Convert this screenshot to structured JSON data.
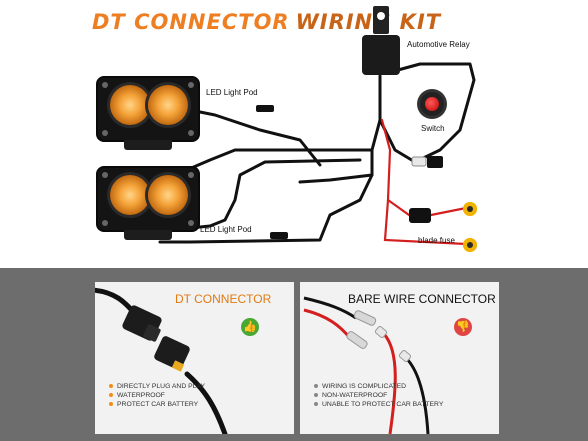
{
  "title": {
    "part1": "DT CONNECTOR",
    "part2": "WIRING KIT"
  },
  "components": {
    "relay_label": "Automotive Relay",
    "switch_label": "Switch",
    "pod_top_label": "LED Light Pod",
    "pod_bottom_label": "LED Light Pod",
    "fuse_label": "blade fuse"
  },
  "comparison": {
    "dt_connector": {
      "title": "DT CONNECTOR",
      "verdict_icon": "thumbs-up-icon",
      "verdict_symbol": "👍",
      "bullets": [
        "DIRECTLY PLUG AND PLAY",
        "WATERPROOF",
        "PROTECT CAR BATTERY"
      ]
    },
    "bare_wire": {
      "title": "BARE WIRE CONNECTOR",
      "verdict_icon": "thumbs-down-icon",
      "verdict_symbol": "👎",
      "bullets": [
        "WIRING IS COMPLICATED",
        "NON-WATERPROOF",
        "UNABLE TO PROTECT CAR BATTERY"
      ]
    }
  },
  "colors": {
    "accent_orange": "#ee7e22",
    "good_green": "#49a834",
    "bad_red": "#e04545",
    "wire_red": "#d41f1f",
    "terminal_yellow": "#f2b300"
  }
}
